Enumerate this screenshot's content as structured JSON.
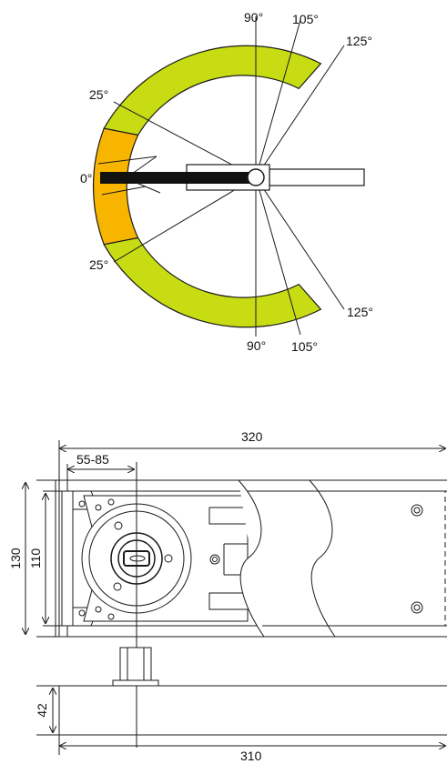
{
  "colors": {
    "green_zone": "#c8dc14",
    "orange_zone": "#f7b500",
    "line": "#1a1a1a",
    "background": "#ffffff"
  },
  "angle_diagram": {
    "labels": {
      "top_90": "90°",
      "top_105": "105°",
      "top_125": "125°",
      "left_25_top": "25°",
      "zero": "0°",
      "left_25_bottom": "25°",
      "bottom_125": "125°",
      "bottom_90": "90°",
      "bottom_105": "105°"
    }
  },
  "technical_drawing": {
    "dimensions": {
      "overall_length": "320",
      "spindle_offset": "55-85",
      "outer_width": "130",
      "inner_width": "110",
      "height": "42",
      "base_length": "310"
    }
  }
}
